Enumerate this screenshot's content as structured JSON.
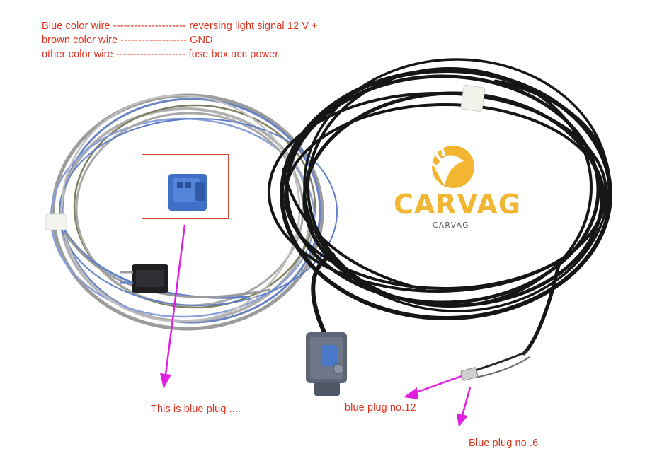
{
  "header_notes": [
    "Blue color wire --------------------- reversing light signal 12 V +",
    "brown color wire ------------------- GND",
    "other color wire -------------------- fuse box acc power"
  ],
  "logo": {
    "main": "CARVAG",
    "sub": "CARVAG"
  },
  "callouts": {
    "blue_plug": "This is blue plug ....",
    "plug_no12": "blue plug no.12",
    "plug_no6": "Blue plug no .6"
  },
  "colors": {
    "annotation_text": "#e0321e",
    "arrow": "#e01fe0",
    "logo": "#f2b632",
    "connector_blue": "#3f6fc7"
  }
}
